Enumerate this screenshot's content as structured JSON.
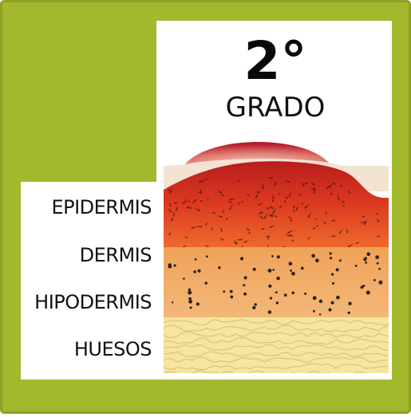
{
  "title": {
    "degree": "2°",
    "word": "GRADO"
  },
  "layers": [
    {
      "label": "EPIDERMIS",
      "color": "#d8341f"
    },
    {
      "label": "DERMIS",
      "color": "#eeaa62"
    },
    {
      "label": "HIPODERMIS",
      "color": "#f0b575"
    },
    {
      "label": "HUESOS",
      "color": "#f6e5a1"
    }
  ],
  "colors": {
    "frame_green": "#a3b82c",
    "frame_border": "#8fa024",
    "blister": "#c3252e",
    "skin_surface": "#f3e3d3"
  }
}
